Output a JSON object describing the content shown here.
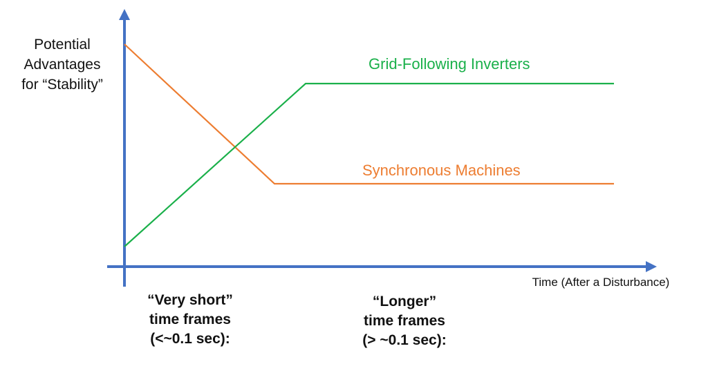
{
  "colors": {
    "axis": "#4472c4",
    "grid_following": "#1ab04a",
    "synchronous": "#ed7d31"
  },
  "y_axis_label": [
    "Potential",
    "Advantages",
    "for “Stability”"
  ],
  "x_axis_label": "Time (After a Disturbance)",
  "series": {
    "grid_following": {
      "name": "Grid-Following Inverters",
      "trend": [
        "low",
        "rising",
        "high",
        "high"
      ]
    },
    "synchronous": {
      "name": "Synchronous Machines",
      "trend": [
        "high",
        "falling",
        "low",
        "low"
      ]
    }
  },
  "time_frames": {
    "very_short": [
      "“Very short”",
      "time frames",
      "(<~0.1 sec):"
    ],
    "longer": [
      "“Longer”",
      "time frames",
      "(> ~0.1 sec):"
    ]
  }
}
